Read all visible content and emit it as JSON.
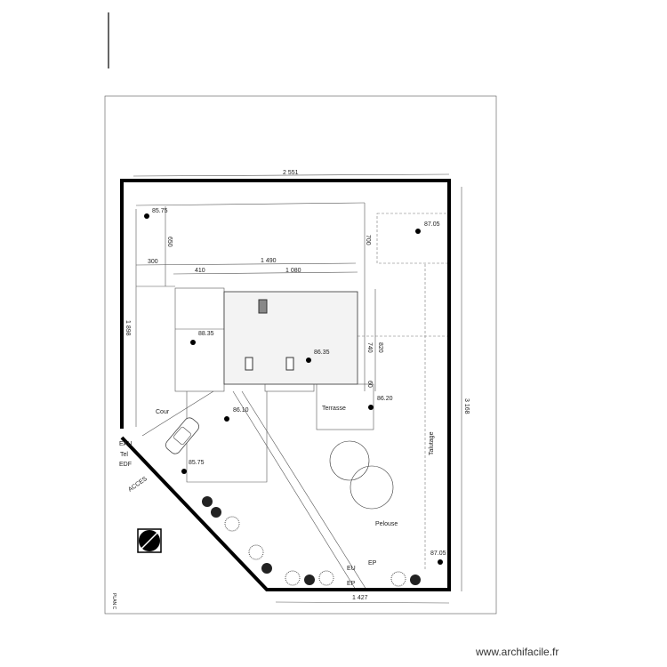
{
  "dimensions": {
    "top": "2 551",
    "bottom": "1 427",
    "right": "3 168",
    "left": "1 898",
    "d650": "650",
    "d700": "700",
    "d300": "300",
    "d1490": "1 490",
    "d410": "410",
    "d1080": "1 080",
    "d740": "740",
    "d820": "820",
    "d60": "60"
  },
  "elevations": [
    "85.75",
    "87.05",
    "88.35",
    "86.35",
    "86.20",
    "86.10",
    "85.75",
    "87.05"
  ],
  "labels": {
    "cour": "Cour",
    "terrasse": "Terrasse",
    "talutage": "Talutage",
    "pelouse": "Pelouse",
    "eu": "EU",
    "ep1": "EP",
    "ep2": "EP",
    "eau": "EAU",
    "tel": "Tel",
    "edf": "EDF",
    "acces": "ACCES",
    "plan": "PLAN C"
  },
  "watermark": "www.archifacile.fr",
  "colors": {
    "boundary": "#000000",
    "lines": "#555555"
  }
}
